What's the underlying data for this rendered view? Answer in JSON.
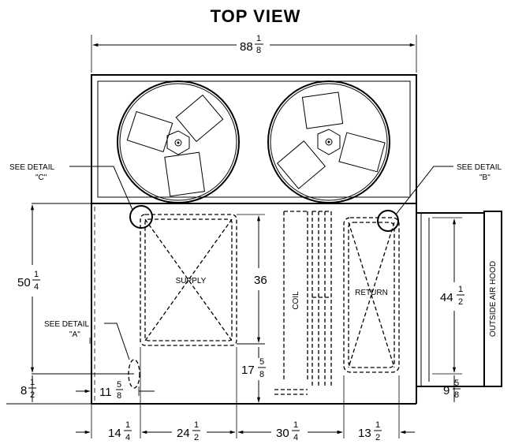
{
  "title": "TOP VIEW",
  "callouts": {
    "detail_c": {
      "line1": "SEE DETAIL",
      "line2": "\"C\""
    },
    "detail_b": {
      "line1": "SEE DETAIL",
      "line2": "\"B\""
    },
    "detail_a": {
      "line1": "SEE DETAIL",
      "line2": "\"A\""
    }
  },
  "labels": {
    "supply": "SUPPLY",
    "return": "RETURN",
    "coil": "COIL",
    "outside_air_hood": "OUTSIDE AIR HOOD"
  },
  "dimensions": {
    "overall_width": {
      "whole": "88",
      "num": "1",
      "den": "8"
    },
    "left_height": {
      "whole": "50",
      "num": "1",
      "den": "4"
    },
    "supply_height": {
      "whole": "36"
    },
    "return_height": {
      "whole": "44",
      "num": "1",
      "den": "2"
    },
    "bottom_gap": {
      "whole": "17",
      "num": "5",
      "den": "8"
    },
    "left_offset": {
      "whole": "8",
      "num": "1",
      "den": "2"
    },
    "left_small": {
      "whole": "11",
      "num": "5",
      "den": "8"
    },
    "right_small": {
      "whole": "9",
      "num": "5",
      "den": "8"
    },
    "bottom_1": {
      "whole": "14",
      "num": "1",
      "den": "4"
    },
    "bottom_2": {
      "whole": "24",
      "num": "1",
      "den": "2"
    },
    "bottom_3": {
      "whole": "30",
      "num": "1",
      "den": "4"
    },
    "bottom_4": {
      "whole": "13",
      "num": "1",
      "den": "2"
    }
  }
}
